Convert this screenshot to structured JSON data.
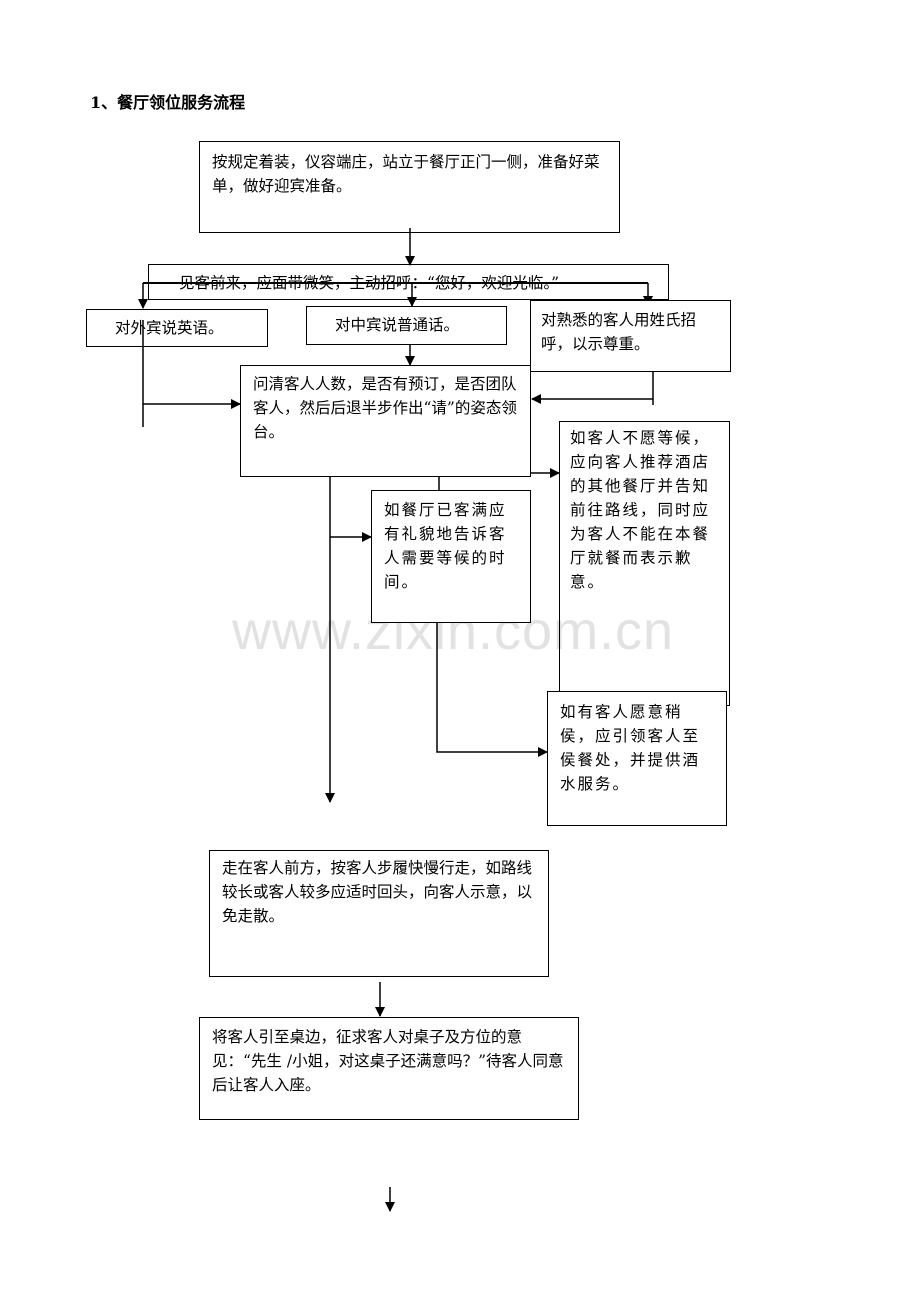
{
  "title": "1、餐厅领位服务流程",
  "watermark": "www.zixin.com.cn",
  "steps": {
    "prepare": "按规定着装，仪容端庄，站立于餐厅正门一侧，准备好菜单，做好迎宾准备。",
    "greet": "见客前来，应面带微笑，主动招呼：“您好，欢迎光临。”",
    "foreign": "对外宾说英语。",
    "chinese": "对中宾说普通话。",
    "familiar": "对熟悉的客人用姓氏招呼，以示尊重。",
    "ask": "问清客人人数，是否有预订，是否团队客人，然后后退半步作出“请”的姿态领台。",
    "full": "如餐厅已客满应有礼貌地告诉客人需要等候的时间。",
    "unwilling": "如客人不愿等候，应向客人推荐酒店的其他餐厅并告知前往路线，同时应为客人不能在本餐厅就餐而表示歉意。",
    "willing": "如有客人愿意稍侯，应引领客人至侯餐处，并提供酒水服务。",
    "lead": "走在客人前方，按客人步履快慢行走，如路线较长或客人较多应适时回头，向客人示意，以免走散。",
    "table": "将客人引至桌边，征求客人对桌子及方位的意见：“先生 /小姐，对这桌子还满意吗？”待客人同意后让客人入座。"
  }
}
